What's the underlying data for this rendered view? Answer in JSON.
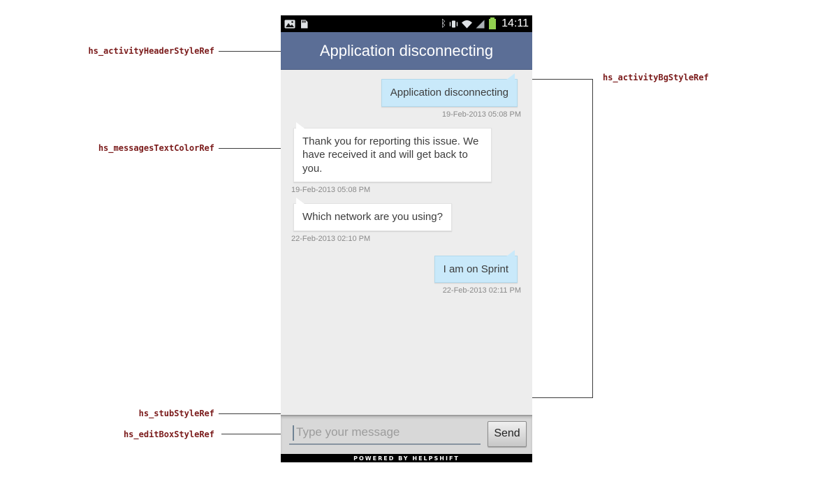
{
  "annotations": {
    "activity_header": "hs_activityHeaderStyleRef",
    "messages_text_color": "hs_messagesTextColorRef",
    "stub": "hs_stubStyleRef",
    "edit_box": "hs_editBoxStyleRef",
    "activity_bg": "hs_activityBgStyleRef"
  },
  "phone": {
    "status_bar": {
      "time": "14:11",
      "bluetooth_glyph": "ᛒ"
    },
    "header": {
      "title": "Application disconnecting"
    },
    "messages": [
      {
        "side": "right",
        "text": "Application disconnecting",
        "timestamp": "19-Feb-2013 05:08 PM"
      },
      {
        "side": "left",
        "text": "Thank you for reporting this issue. We have received it and will get back to you.",
        "timestamp": "19-Feb-2013 05:08 PM"
      },
      {
        "side": "left",
        "text": "Which network are you using?",
        "timestamp": "22-Feb-2013 02:10 PM"
      },
      {
        "side": "right",
        "text": "I am on Sprint",
        "timestamp": "22-Feb-2013 02:11 PM"
      }
    ],
    "composer": {
      "placeholder": "Type your message",
      "send_label": "Send"
    },
    "footer_text": "POWERED BY HELPSHIFT"
  },
  "colors": {
    "header_bg": "#5b6e96",
    "chat_bg": "#ededed",
    "user_bubble": "#c9e9fa",
    "admin_bubble": "#ffffff",
    "message_text": "#3c3c3c",
    "timestamp_text": "#8a8a8a",
    "composer_bg": "#d8d8d8",
    "battery": "#92d050",
    "annotation_text": "#7a1a1a"
  }
}
